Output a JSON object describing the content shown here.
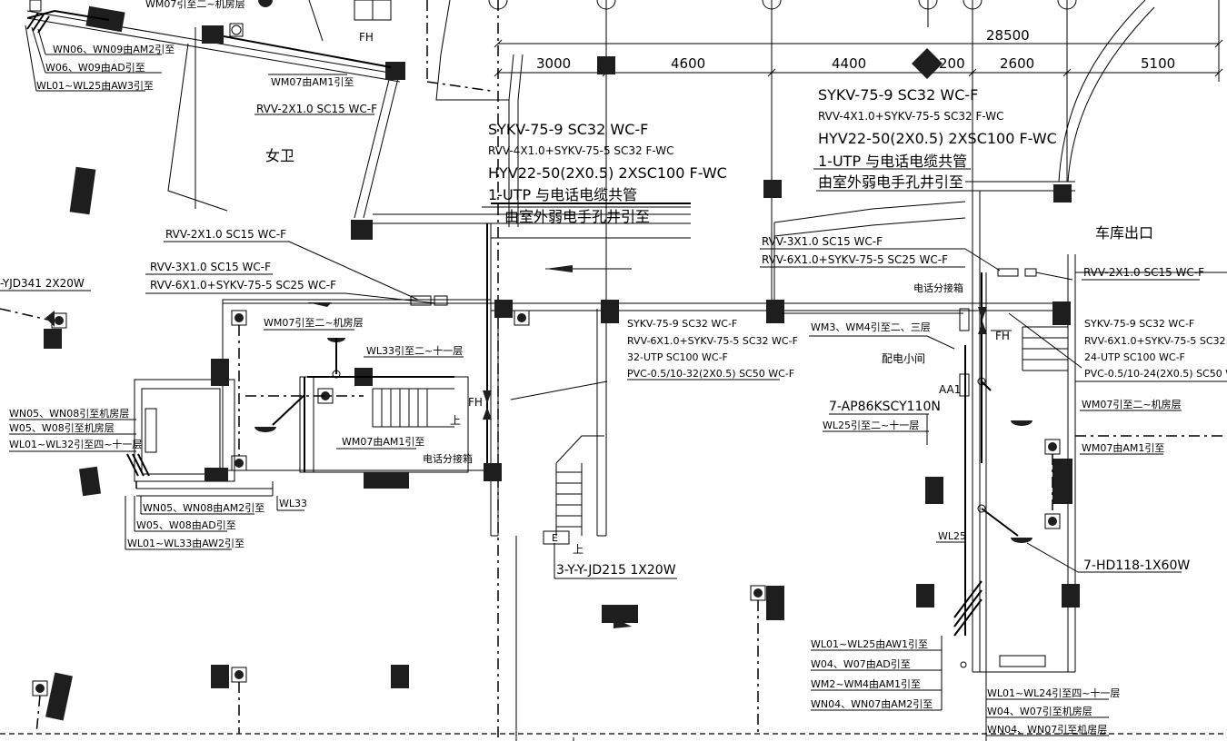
{
  "dimensions": {
    "total": "28500",
    "segments": [
      "3000",
      "4600",
      "4400",
      "200",
      "2600",
      "5100"
    ]
  },
  "rooms": {
    "womens_toilet": "女卫",
    "garage_exit": "车库出口"
  },
  "equipment": {
    "fh_top": "FH",
    "fh_mid": "FH",
    "fh_right": "FH",
    "distribution_room": "配电小间",
    "aa1": "AA1",
    "panel": "7-AP86KSCY110N",
    "lamp_right": "7-HD118-1X60W",
    "lamp_left": "-YJD341 2X20W",
    "lamp_stair": "3-Y-Y-JD215 1X20W",
    "e_box": "E",
    "up_mark_1": "上",
    "up_mark_2": "上",
    "junction_box_1": "电话分接箱",
    "junction_box_2": "电话分接箱"
  },
  "cable_group_left": [
    "SYKV-75-9 SC32 WC-F",
    "RVV-4X1.0+SYKV-75-5 SC32 F-WC",
    "HYV22-50(2X0.5) 2XSC100 F-WC",
    "1-UTP 与电话电缆共管",
    "由室外弱电手孔井引至"
  ],
  "cable_group_right": [
    "SYKV-75-9 SC32 WC-F",
    "RVV-4X1.0+SYKV-75-5 SC32 F-WC",
    "HYV22-50(2X0.5) 2XSC100 F-WC",
    "1-UTP 与电话电缆共管",
    "由室外弱电手孔井引至"
  ],
  "cable_group_mid": [
    "SYKV-75-9 SC32 WC-F",
    "RVV-6X1.0+SYKV-75-5 SC32 WC-F",
    "32-UTP SC100 WC-F",
    "PVC-0.5/10-32(2X0.5) SC50 WC-F"
  ],
  "cable_group_far_right": [
    "SYKV-75-9 SC32 WC-F",
    "RVV-6X1.0+SYKV-75-5 SC32 W",
    "24-UTP SC100 WC-F",
    "PVC-0.5/10-24(2X0.5) SC50 W"
  ],
  "labels": {
    "rvv2_top": "RVV-2X1.0 SC15 WC-F",
    "rvv2_left": "RVV-2X1.0 SC15 WC-F",
    "rvv3_left": "RVV-3X1.0 SC15 WC-F",
    "rvv6_left": "RVV-6X1.0+SYKV-75-5 SC25 WC-F",
    "rvv3_right": "RVV-3X1.0 SC15 WC-F",
    "rvv6_right": "RVV-6X1.0+SYKV-75-5 SC25 WC-F",
    "rvv2_right": "RVV-2X1.0 SC15 WC-F",
    "wm07_top": "WM07由AM1引至",
    "wm07_mid_up": "WM07引至二~机房层",
    "wl33_up": "WL33引至二~十一层",
    "wm07_mid": "WM07由AM1引至",
    "wl33": "WL33",
    "wm3_wm4": "WM3、WM4引至二、三层",
    "wl25_up": "WL25引至二~十一层",
    "wl25": "WL25",
    "wm07_right_up": "WM07引至二~机房层",
    "wm07_right": "WM07由AM1引至"
  },
  "top_left_notes": [
    "WM07引至二~机房层",
    "WN06、WN09由AM2引至",
    "W06、W09由AD引至",
    "WL01~WL25由AW3引至"
  ],
  "left_up_notes": [
    "WN05、WN08引至机房层",
    "W05、W08引至机房层",
    "WL01~WL32引至四~十一层"
  ],
  "left_from_notes": [
    "WN05、WN08由AM2引至",
    "W05、W08由AD引至",
    "WL01~WL33由AW2引至"
  ],
  "bottom_mid_notes": [
    "WL01~WL25由AW1引至",
    "W04、W07由AD引至",
    "WM2~WM4由AM1引至",
    "WN04、WN07由AM2引至"
  ],
  "bottom_right_notes": [
    "WL01~WL24引至四~十一层",
    "W04、W07引至机房层",
    "WN04、WN07引至机房层"
  ]
}
